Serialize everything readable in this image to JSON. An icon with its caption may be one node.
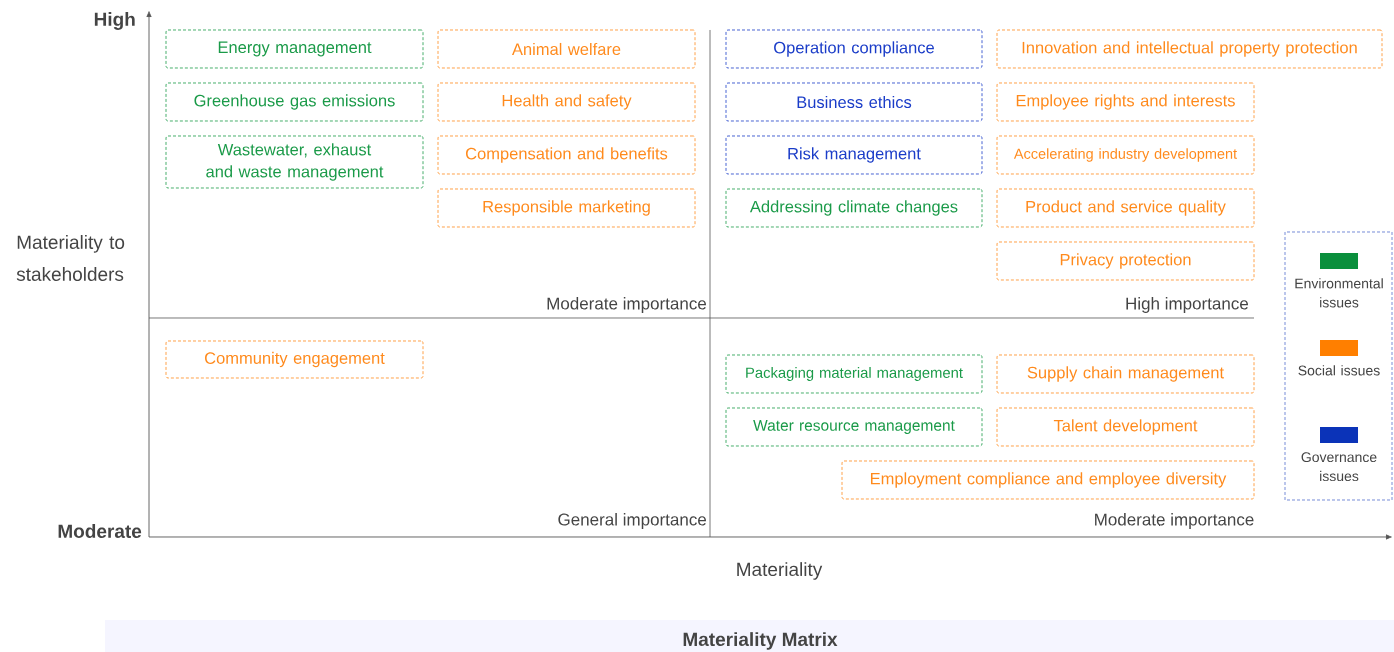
{
  "diagram": {
    "caption": "Materiality Matrix",
    "nodes": [
      {
        "text": [
          "Energy management"
        ]
      },
      {
        "text": [
          "Animal welfare"
        ]
      },
      {
        "text": [
          "Operation compliance"
        ]
      },
      {
        "text": [
          "Innovation and intellectual property protection"
        ]
      },
      {
        "text": [
          "Greenhouse gas emissions"
        ]
      },
      {
        "text": [
          "Health and safety"
        ]
      },
      {
        "text": [
          "Business ethics"
        ]
      },
      {
        "text": [
          "Employee rights and interests"
        ]
      },
      {
        "text": [
          "Wastewater, exhaust and waste management"
        ]
      },
      {
        "text": [
          "Compensation and benefits"
        ]
      },
      {
        "text": [
          "Risk management"
        ]
      },
      {
        "text": [
          "Accelerating industry development"
        ]
      },
      {
        "text": [
          "Responsible marketing"
        ]
      },
      {
        "text": [
          "Addressing climate changes"
        ]
      },
      {
        "text": [
          "Product and service quality"
        ]
      },
      {
        "text": [
          "Privacy protection"
        ]
      },
      {
        "text": [
          "Community engagement"
        ]
      },
      {
        "text": [
          "Packaging material management"
        ]
      },
      {
        "text": [
          "Supply chain management"
        ]
      },
      {
        "text": [
          "Water resource management"
        ]
      },
      {
        "text": [
          "Talent development"
        ]
      },
      {
        "text": [
          "Employment compliance and employee diversity"
        ]
      }
    ],
    "labels": [
      "High",
      "Materiality to stakeholders",
      "Moderate importance",
      "High importance",
      "Moderate",
      "General importance",
      "Moderate importance",
      "Materiality"
    ],
    "legend": [
      {
        "text": "Environmental issues",
        "color": "#0a8f3c"
      },
      {
        "text": "Social issues",
        "color": "#ff7f00"
      },
      {
        "text": "Governance issues",
        "color": "#0b33b8"
      }
    ]
  }
}
